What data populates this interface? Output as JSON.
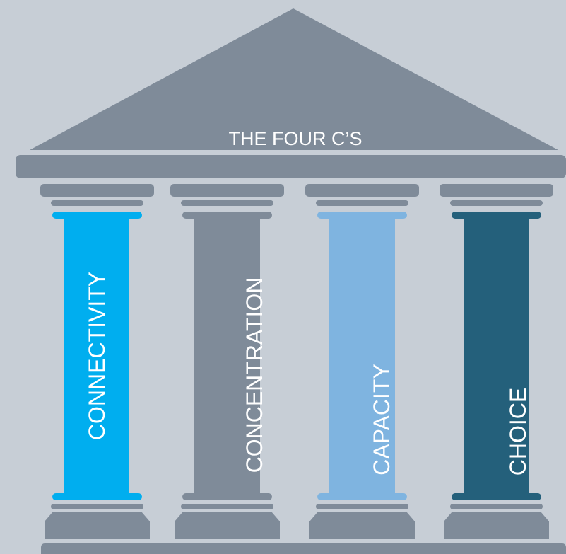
{
  "title": "THE FOUR C’S",
  "colors": {
    "background": "#c7ced6",
    "structure": "#7f8b99",
    "title_text": "#ffffff",
    "label_text": "#ffffff"
  },
  "pillars": [
    {
      "label": "CONNECTIVITY",
      "color": "#00aeef"
    },
    {
      "label": "CONCENTRATION",
      "color": "#7f8b99"
    },
    {
      "label": "CAPACITY",
      "color": "#7fb4e0"
    },
    {
      "label": "CHOICE",
      "color": "#24607b"
    }
  ]
}
